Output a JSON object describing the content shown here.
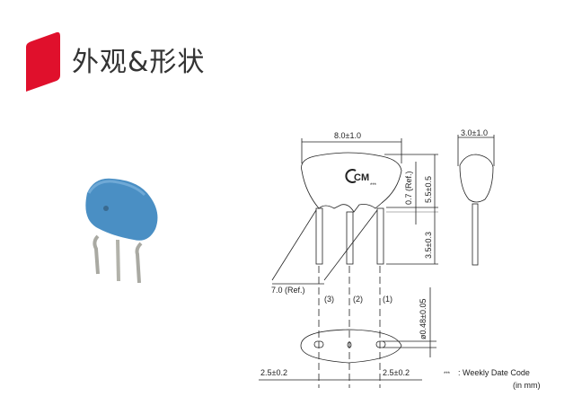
{
  "header": {
    "title": "外观&形状",
    "accent_color": "#e0102c"
  },
  "photo": {
    "description": "blue ceramic resonator with three leads",
    "body_color": "#4a8fc4"
  },
  "drawing": {
    "dims": {
      "width": "8.0±1.0",
      "thickness": "3.0±1.0",
      "body_height": "5.5±0.5",
      "lead_ref": "0.7 (Ref.)",
      "lead_length": "3.5±0.3",
      "span_ref": "7.0 (Ref.)",
      "lead_dia": "ø0.48±0.05",
      "pitch_left": "2.5±0.2",
      "pitch_right": "2.5±0.2"
    },
    "pins": [
      "(3)",
      "(2)",
      "(1)"
    ],
    "logo": "CM",
    "date_mark": "***",
    "legend": {
      "symbol": "***",
      "text": ": Weekly Date Code",
      "unit": "(in mm)"
    }
  }
}
